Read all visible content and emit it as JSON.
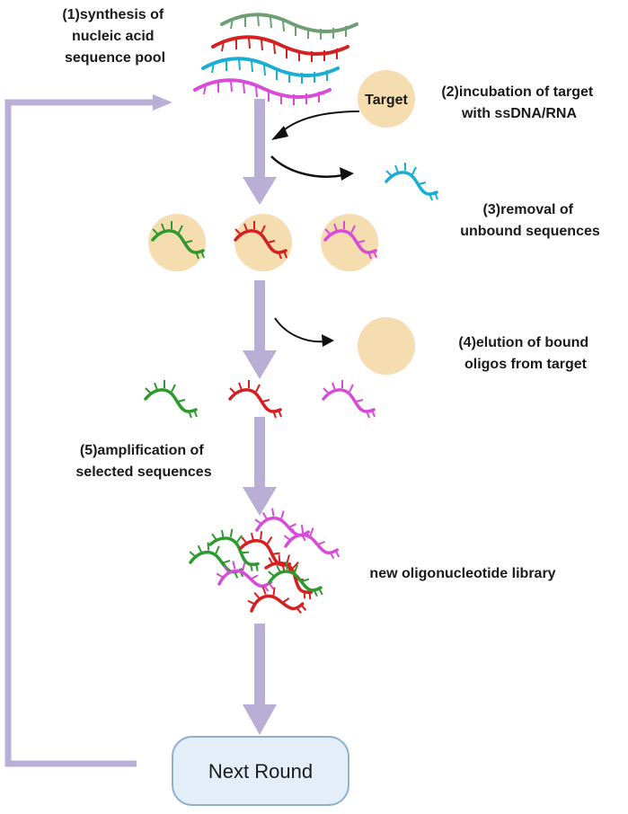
{
  "steps": {
    "s1": [
      "(1)synthesis of",
      "nucleic acid",
      "sequence pool"
    ],
    "s2": [
      "(2)incubation of target",
      "with ssDNA/RNA"
    ],
    "s3": [
      "(3)removal of",
      "unbound sequences"
    ],
    "s4": [
      "(4)elution of bound",
      "oligos from target"
    ],
    "s5": [
      "(5)amplification of",
      "selected sequences"
    ],
    "library": "new oligonucleotide library"
  },
  "target_label": "Target",
  "next_round_label": "Next Round",
  "colors": {
    "arrow": "#b8aed6",
    "target": "#f6ddb0",
    "green_strand": "#2e9a2e",
    "red_strand": "#d42020",
    "cyan_strand": "#1aaed2",
    "magenta_strand": "#d84bd8",
    "sage_strand": "#6e9e74",
    "next_round_fill": "#e4eef8",
    "next_round_stroke": "#8fb0cf"
  }
}
